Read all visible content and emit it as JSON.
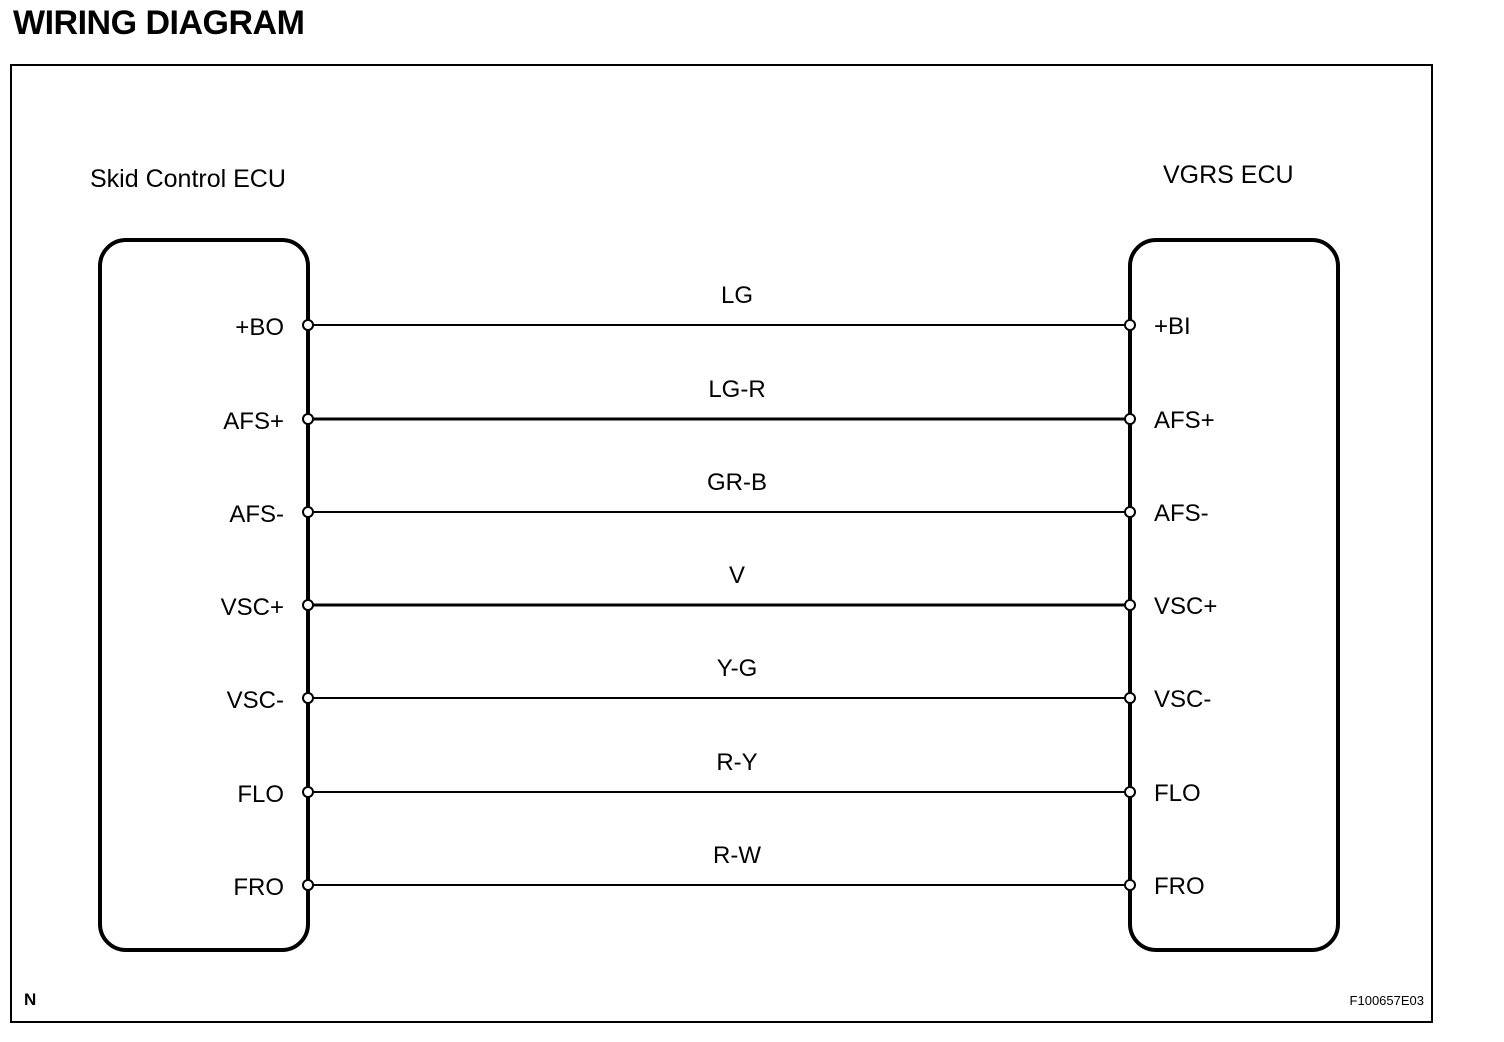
{
  "title": "WIRING DIAGRAM",
  "left_component": {
    "label": "Skid Control ECU"
  },
  "right_component": {
    "label": "VGRS ECU"
  },
  "connections": [
    {
      "left_terminal": "+BO",
      "wire_color": "LG",
      "right_terminal": "+BI",
      "thick": false
    },
    {
      "left_terminal": "AFS+",
      "wire_color": "LG-R",
      "right_terminal": "AFS+",
      "thick": true
    },
    {
      "left_terminal": "AFS-",
      "wire_color": "GR-B",
      "right_terminal": "AFS-",
      "thick": false
    },
    {
      "left_terminal": "VSC+",
      "wire_color": "V",
      "right_terminal": "VSC+",
      "thick": true
    },
    {
      "left_terminal": "VSC-",
      "wire_color": "Y-G",
      "right_terminal": "VSC-",
      "thick": false
    },
    {
      "left_terminal": "FLO",
      "wire_color": "R-Y",
      "right_terminal": "FLO",
      "thick": false
    },
    {
      "left_terminal": "FRO",
      "wire_color": "R-W",
      "right_terminal": "FRO",
      "thick": false
    }
  ],
  "corner_mark": "N",
  "figure_code": "F100657E03"
}
